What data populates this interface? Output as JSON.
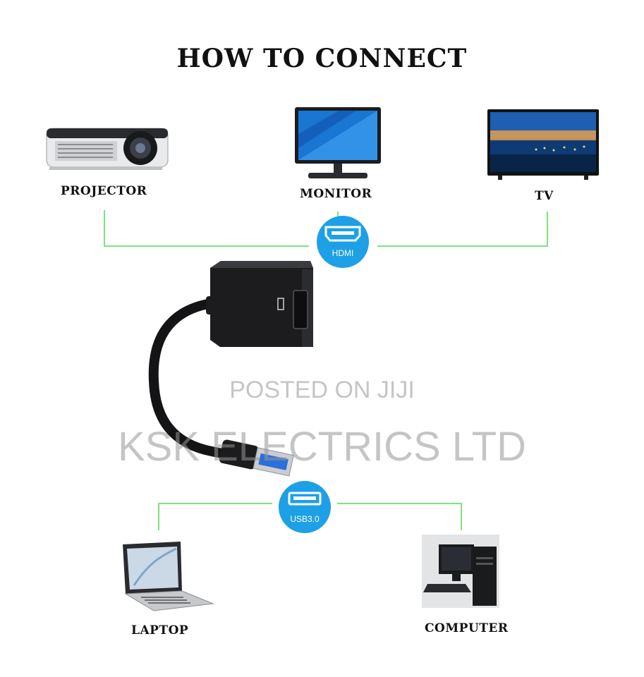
{
  "title": "HOW TO CONNECT",
  "devices": {
    "projector": "PROJECTOR",
    "monitor": "MONITOR",
    "tv": "TV",
    "laptop": "LAPTOP",
    "computer": "COMPUTER"
  },
  "badges": {
    "hdmi": "HDMI",
    "usb": "USB3.0"
  },
  "watermark": {
    "line1": "POSTED ON JIJI",
    "line2": "KSK ELECTRICS LTD"
  },
  "colors": {
    "connector_line": "#7ee27e",
    "badge": "#1ea0e6",
    "adapter_body": "#1c1c1e",
    "usb_blue": "#2b6fd8"
  },
  "icons": [
    "projector-icon",
    "monitor-icon",
    "tv-icon",
    "hdmi-icon",
    "usb-icon",
    "adapter-image",
    "laptop-icon",
    "computer-icon"
  ]
}
